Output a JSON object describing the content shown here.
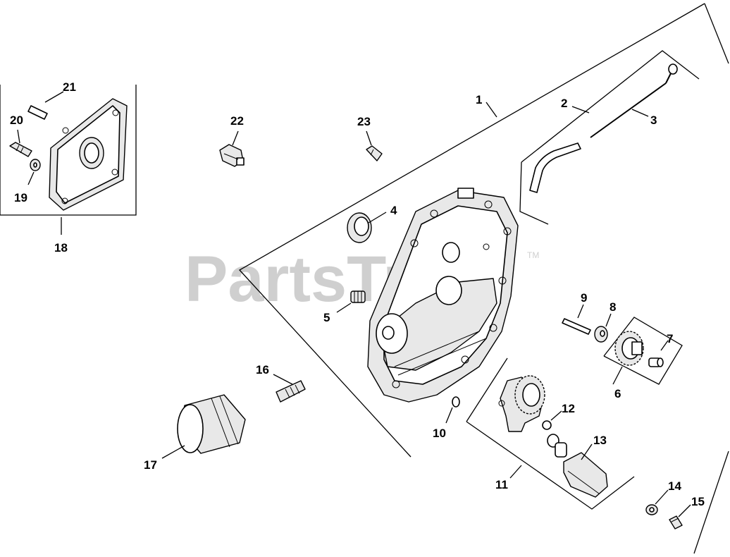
{
  "watermark": {
    "text": "PartsTree",
    "trademark": "TM"
  },
  "callouts": {
    "c1": "1",
    "c2": "2",
    "c3": "3",
    "c4": "4",
    "c5": "5",
    "c6": "6",
    "c7": "7",
    "c8": "8",
    "c9": "9",
    "c10": "10",
    "c11": "11",
    "c12": "12",
    "c13": "13",
    "c14": "14",
    "c15": "15",
    "c16": "16",
    "c17": "17",
    "c18": "18",
    "c19": "19",
    "c20": "20",
    "c21": "21",
    "c22": "22",
    "c23": "23"
  }
}
